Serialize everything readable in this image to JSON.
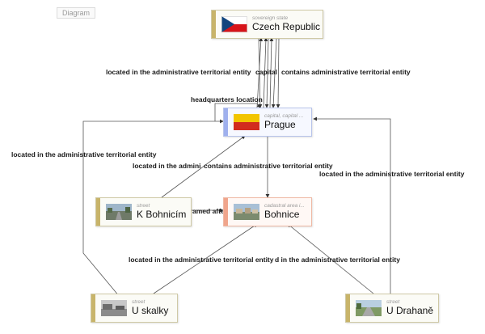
{
  "tab": {
    "label": "Diagram"
  },
  "nodes": {
    "czech": {
      "kind": "sovereign state",
      "label": "Czech Republic"
    },
    "prague": {
      "kind": "capital, capital ...",
      "label": "Prague"
    },
    "kbohnicim": {
      "kind": "street",
      "label": "K Bohnicím"
    },
    "bohnice": {
      "kind": "cadastral area i...",
      "label": "Bohnice"
    },
    "uskalky": {
      "kind": "street",
      "label": "U skalky"
    },
    "udrahane": {
      "kind": "street",
      "label": "U Drahaně"
    }
  },
  "edge_labels": {
    "top_left": "located in the administrative territorial entity",
    "top_mid": "capital",
    "top_right": "contains administrative territorial entity",
    "hq": "headquarters location",
    "left": "located in the administrative territorial entity",
    "mid_left": "located in the admini",
    "mid_right": "contains administrative territorial entity",
    "right": "located in the administrative territorial entity",
    "named": "amed afte",
    "bottom_left": "located in the administrative territorial entity",
    "bottom_right": "d in the administrative territorial entity"
  },
  "colors": {
    "sovereign_bar": "#c8b46a",
    "street_bar": "#c8b46a",
    "prague_bar": "#9fb0ee",
    "bohnice_bar": "#f0a58c"
  }
}
